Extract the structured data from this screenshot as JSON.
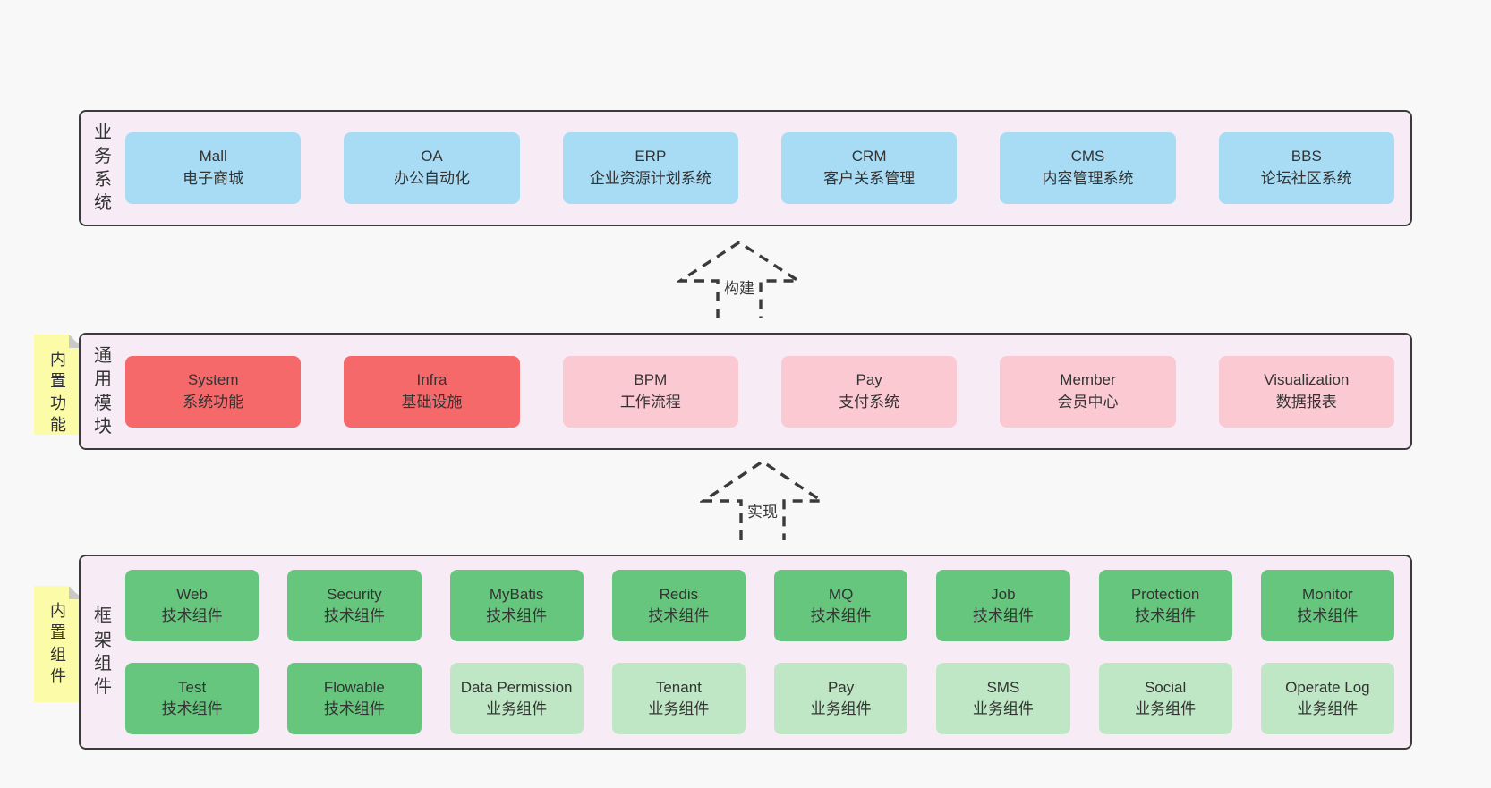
{
  "colors": {
    "page_bg": "#f8f8f8",
    "band_bg": "#f7ecf5",
    "band_border": "#3b3b3b",
    "blue_box": "#a8dcf5",
    "red_box": "#f5696b",
    "pink_box": "#fbc9d2",
    "green_box": "#66c67e",
    "light_green_box": "#bfe7c6",
    "sticky_yellow": "#fbfba8",
    "sticky_fold": "#c9c9c9",
    "text": "#333333",
    "arrow_stroke": "#3a3a3a"
  },
  "arrows": [
    {
      "label": "构建"
    },
    {
      "label": "实现"
    }
  ],
  "bands": [
    {
      "label": "业务系统",
      "items": [
        {
          "name": "Mall",
          "desc": "电子商城"
        },
        {
          "name": "OA",
          "desc": "办公自动化"
        },
        {
          "name": "ERP",
          "desc": "企业资源计划系统"
        },
        {
          "name": "CRM",
          "desc": "客户关系管理"
        },
        {
          "name": "CMS",
          "desc": "内容管理系统"
        },
        {
          "name": "BBS",
          "desc": "论坛社区系统"
        }
      ]
    },
    {
      "label": "通用模块",
      "sticky": "内置功能",
      "items": [
        {
          "name": "System",
          "desc": "系统功能"
        },
        {
          "name": "Infra",
          "desc": "基础设施"
        },
        {
          "name": "BPM",
          "desc": "工作流程"
        },
        {
          "name": "Pay",
          "desc": "支付系统"
        },
        {
          "name": "Member",
          "desc": "会员中心"
        },
        {
          "name": "Visualization",
          "desc": "数据报表"
        }
      ]
    },
    {
      "label": "框架组件",
      "sticky": "内置组件",
      "rows": [
        [
          {
            "name": "Web",
            "desc": "技术组件"
          },
          {
            "name": "Security",
            "desc": "技术组件"
          },
          {
            "name": "MyBatis",
            "desc": "技术组件"
          },
          {
            "name": "Redis",
            "desc": "技术组件"
          },
          {
            "name": "MQ",
            "desc": "技术组件"
          },
          {
            "name": "Job",
            "desc": "技术组件"
          },
          {
            "name": "Protection",
            "desc": "技术组件"
          },
          {
            "name": "Monitor",
            "desc": "技术组件"
          }
        ],
        [
          {
            "name": "Test",
            "desc": "技术组件"
          },
          {
            "name": "Flowable",
            "desc": "技术组件"
          },
          {
            "name": "Data Permission",
            "desc": "业务组件"
          },
          {
            "name": "Tenant",
            "desc": "业务组件"
          },
          {
            "name": "Pay",
            "desc": "业务组件"
          },
          {
            "name": "SMS",
            "desc": "业务组件"
          },
          {
            "name": "Social",
            "desc": "业务组件"
          },
          {
            "name": "Operate Log",
            "desc": "业务组件"
          }
        ]
      ]
    }
  ]
}
